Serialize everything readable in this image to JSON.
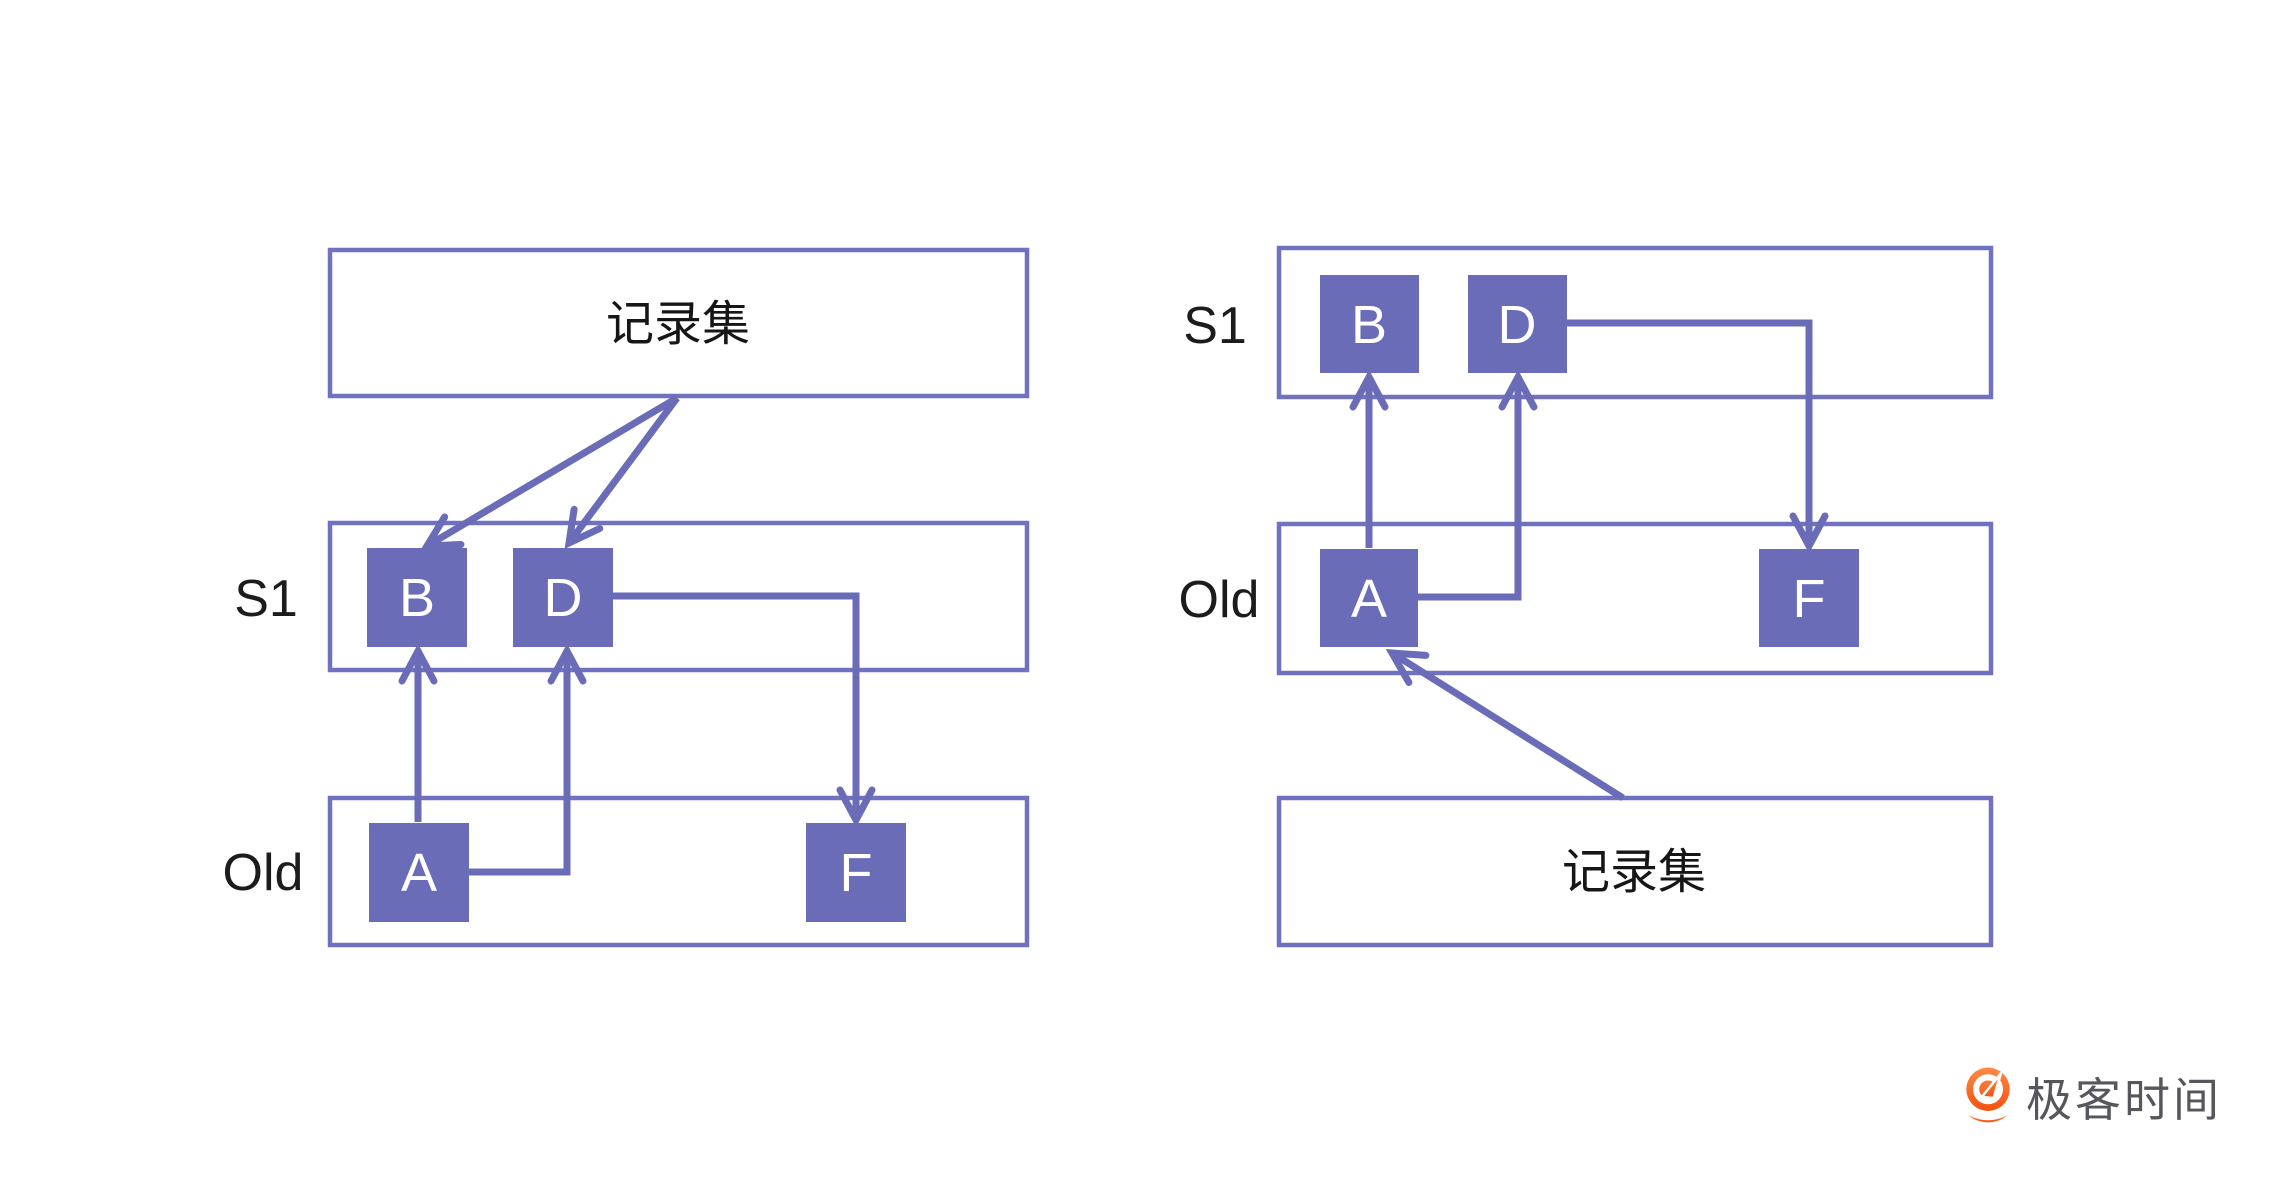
{
  "panels": {
    "left": {
      "record_set_box": {
        "label": "记录集"
      },
      "s1_row": {
        "label": "S1",
        "nodes": {
          "b": "B",
          "d": "D"
        }
      },
      "old_row": {
        "label": "Old",
        "nodes": {
          "a": "A",
          "f": "F"
        }
      },
      "edges": [
        {
          "from": "记录集",
          "to": "B"
        },
        {
          "from": "记录集",
          "to": "D"
        },
        {
          "from": "A",
          "to": "B"
        },
        {
          "from": "A",
          "to": "D"
        },
        {
          "from": "D",
          "to": "F"
        }
      ]
    },
    "right": {
      "s1_row": {
        "label": "S1",
        "nodes": {
          "b": "B",
          "d": "D"
        }
      },
      "old_row": {
        "label": "Old",
        "nodes": {
          "a": "A",
          "f": "F"
        }
      },
      "record_set_box": {
        "label": "记录集"
      },
      "edges": [
        {
          "from": "A",
          "to": "B"
        },
        {
          "from": "A",
          "to": "D"
        },
        {
          "from": "D",
          "to": "F"
        },
        {
          "from": "记录集",
          "to": "A"
        }
      ]
    }
  },
  "branding": {
    "logo_text": "极客时间",
    "logo_icon": "geektime-logo-icon"
  },
  "colors": {
    "node_fill": "#6a6cb8",
    "row_border": "#7072bf",
    "arrow": "#6a6cb8",
    "label_text": "#1c1c1c",
    "node_text": "#ffffff",
    "logo_orange": "#f4510f",
    "logo_text_color": "#56575c",
    "background": "#ffffff"
  }
}
